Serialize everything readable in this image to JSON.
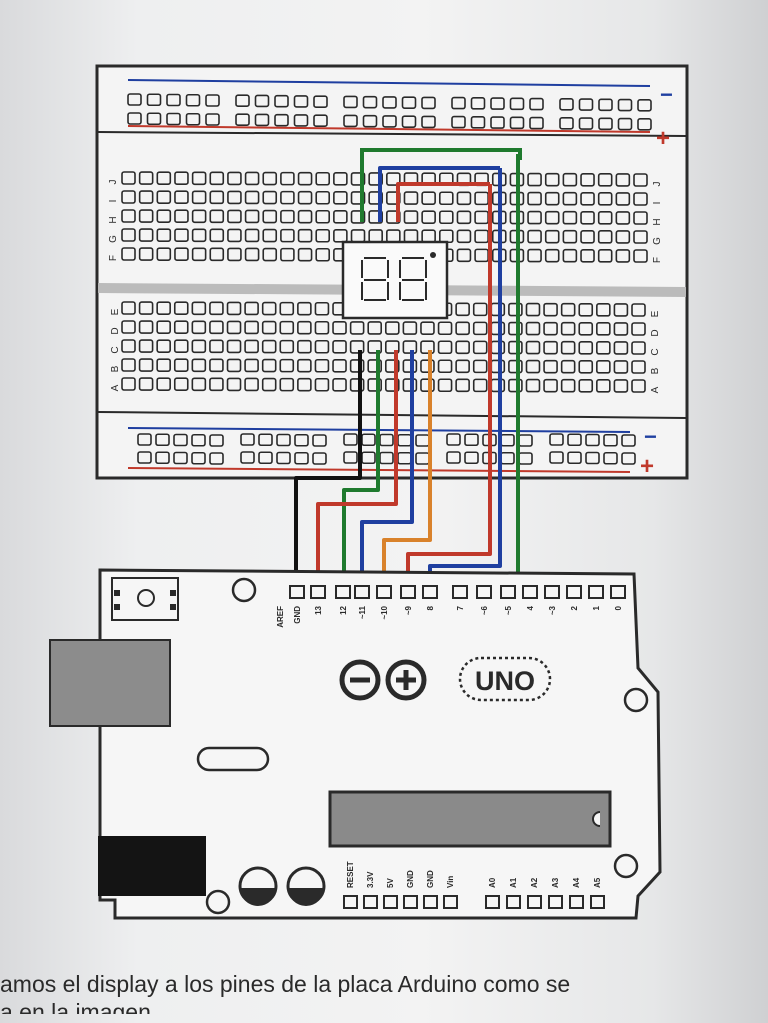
{
  "breadboard": {
    "row_letters_top": [
      "J",
      "I",
      "H",
      "G",
      "F"
    ],
    "row_letters_bottom": [
      "E",
      "D",
      "C",
      "B",
      "A"
    ],
    "rail_minus": "−",
    "rail_plus": "+"
  },
  "arduino": {
    "board_name": "UNO",
    "digital_pins": [
      "AREF",
      "GND",
      "13",
      "12",
      "~11",
      "~10",
      "~9",
      "8",
      "7",
      "~6",
      "~5",
      "4",
      "~3",
      "2",
      "1",
      "0"
    ],
    "power_pins": [
      "RESET",
      "3.3V",
      "5V",
      "GND",
      "GND",
      "Vin"
    ],
    "analog_pins": [
      "A0",
      "A1",
      "A2",
      "A3",
      "A4",
      "A5"
    ]
  },
  "wires": [
    {
      "color": "#111111",
      "label": "GND"
    },
    {
      "color": "#1f7a2e",
      "label": "12"
    },
    {
      "color": "#c0392b",
      "label": "13"
    },
    {
      "color": "#1f3fa0",
      "label": "~11"
    },
    {
      "color": "#d9822b",
      "label": "~10"
    },
    {
      "color": "#c0392b",
      "label": "~9"
    },
    {
      "color": "#1f3fa0",
      "label": "8"
    },
    {
      "color": "#1f7a2e",
      "label": "7"
    },
    {
      "color": "#c0392b",
      "label": "~5"
    },
    {
      "color": "#1f3fa0",
      "label": "~6"
    }
  ],
  "caption": {
    "line1": "amos el  display a los pines de la placa Arduino como se",
    "line2": "a en la imagen"
  },
  "colors": {
    "rail_red": "#c0392b",
    "rail_blue": "#1f3fa0",
    "board_outline": "#2a2a2a",
    "usb_gray": "#8c8c8c"
  }
}
